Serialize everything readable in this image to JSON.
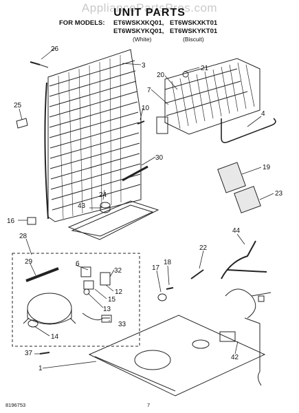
{
  "watermark": "AppliancePartsPros.com",
  "title": "UNIT PARTS",
  "for_models_label": "FOR MODELS:",
  "models": {
    "row1_left": "ET6WSKXKQ01,",
    "row1_right": "ET6WSKXKT01",
    "row2_left": "ET6WSKYKQ01,",
    "row2_right": "ET6WSKYKT01"
  },
  "color_left": "(White)",
  "color_right": "(Biscuit)",
  "callouts": [
    "26",
    "3",
    "20",
    "21",
    "7",
    "25",
    "10",
    "4",
    "30",
    "19",
    "24",
    "23",
    "43",
    "16",
    "28",
    "22",
    "44",
    "29",
    "6",
    "17",
    "18",
    "32",
    "12",
    "15",
    "13",
    "33",
    "14",
    "37",
    "1",
    "42"
  ],
  "footer": {
    "doc_number": "8196753",
    "page_number": "7"
  }
}
